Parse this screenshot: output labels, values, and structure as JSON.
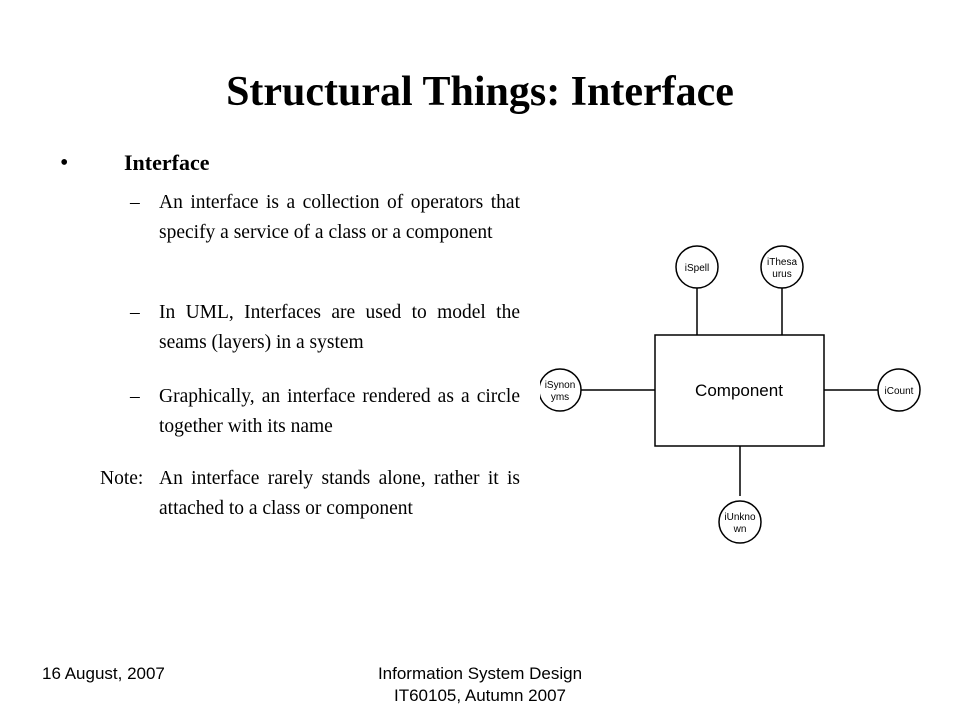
{
  "slide": {
    "title": "Structural Things: Interface",
    "bullet": {
      "marker": "•",
      "heading": "Interface"
    },
    "sub_points": [
      {
        "marker": "–",
        "text": "An interface is a collection of operators that specify a service of a class or a component"
      },
      {
        "marker": "–",
        "text": "In UML, Interfaces are used to model the seams (layers) in a system"
      },
      {
        "marker": "–",
        "text": "Graphically, an interface rendered as a circle together with its name"
      }
    ],
    "note": {
      "lead": "Note:",
      "text": "An interface rarely stands alone, rather it is attached to a class or component"
    }
  },
  "diagram": {
    "component_label": "Component",
    "interfaces": {
      "ispell": [
        "iSpell"
      ],
      "ithesaurus": [
        "iThesa",
        "urus"
      ],
      "isynonyms": [
        "iSynon",
        "yms"
      ],
      "icount": [
        "iCount"
      ],
      "iunknown": [
        "iUnkno",
        "wn"
      ]
    }
  },
  "footer": {
    "date": "16 August, 2007",
    "course_line1": "Information System Design",
    "course_line2": "IT60105, Autumn 2007"
  }
}
